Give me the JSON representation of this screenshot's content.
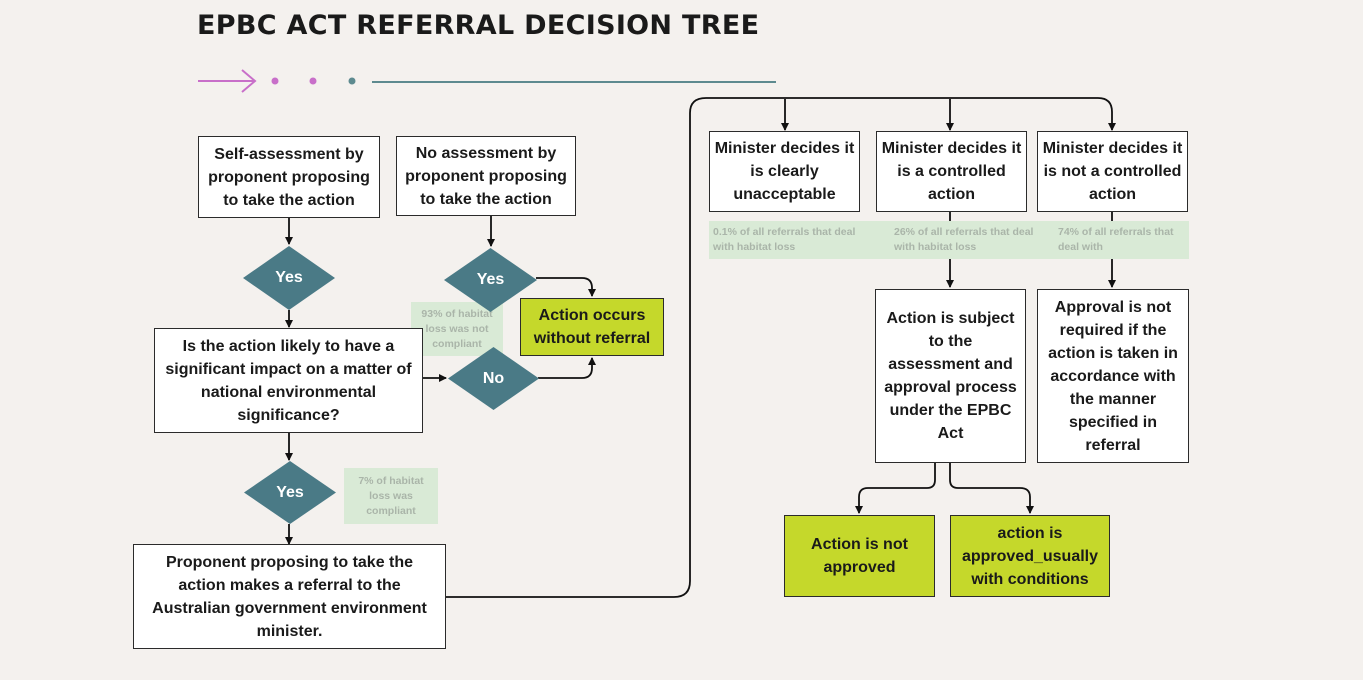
{
  "title": "EPBC ACT REFERRAL DECISION TREE",
  "colors": {
    "diamond": "#4a7a86",
    "outcome_green": "#c5d82b",
    "stat_band": "#d9ead6",
    "deco_pink": "#c86fc9",
    "deco_teal": "#5d8a8f"
  },
  "nodes": {
    "self_assessment": "Self-assessment by proponent proposing to take the action",
    "no_assessment": "No assessment by proponent proposing to take the action",
    "yes_1": "Yes",
    "yes_2": "Yes",
    "action_occurs": "Action occurs without referral",
    "significant_impact_question": "Is the action likely to have a significant impact on a matter of national environmental significance?",
    "no": "No",
    "yes_3": "Yes",
    "referral": "Proponent proposing to take the action makes a referral to the Australian government environment minister.",
    "clearly_unacceptable": "Minister decides it is clearly unacceptable",
    "controlled_action": "Minister decides it is a controlled action",
    "not_controlled_action": "Minister decides it is not a controlled action",
    "subject_to_assessment": "Action is subject to the assessment and approval process under the EPBC Act",
    "approval_not_required": "Approval is not required if the action is taken in accordance with the manner specified in referral",
    "not_approved": "Action is not approved",
    "approved_conditions": "action is approved_usually with conditions"
  },
  "stats": {
    "noncompliant": "93% of habitat loss was not compliant",
    "compliant": "7% of habitat loss was compliant",
    "unacceptable_share": "0.1% of all referrals that deal with habitat loss",
    "controlled_share": "26% of all referrals that deal with habitat loss",
    "not_controlled_share": "74% of all referrals that deal with"
  }
}
